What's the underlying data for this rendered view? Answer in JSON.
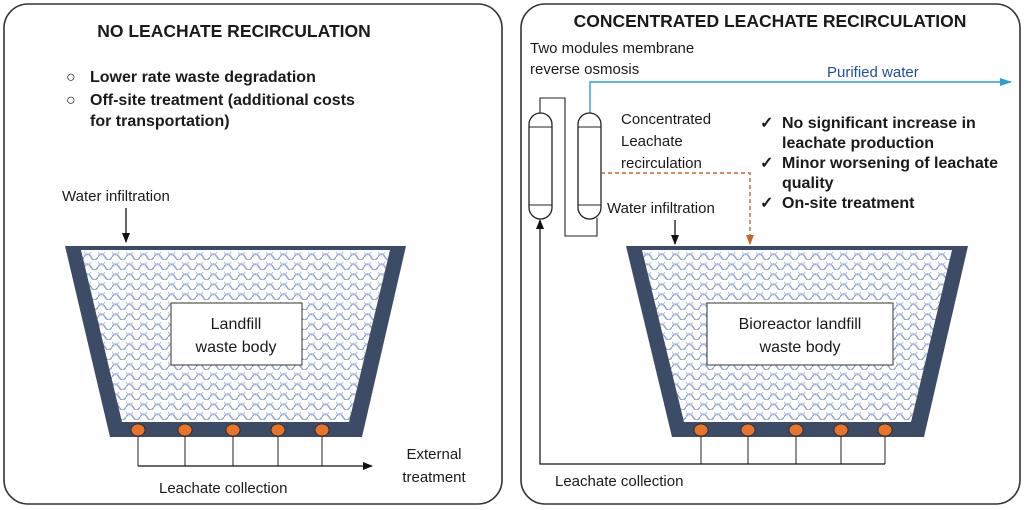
{
  "left": {
    "title": "NO LEACHATE RECIRCULATION",
    "bullets": [
      {
        "marker": "○",
        "lines": [
          "Lower rate waste degradation"
        ]
      },
      {
        "marker": "○",
        "lines": [
          "Off-site treatment (additional costs",
          "for transportation)"
        ]
      }
    ],
    "water_infiltration": "Water infiltration",
    "waste_body": [
      "Landfill",
      "waste body"
    ],
    "external_treatment": [
      "External",
      "treatment"
    ],
    "leachate_collection": "Leachate collection"
  },
  "right": {
    "title": "CONCENTRATED LEACHATE RECIRCULATION",
    "membrane": [
      "Two modules membrane",
      "reverse osmosis"
    ],
    "purified_water": "Purified water",
    "concentrated": [
      "Concentrated",
      "Leachate",
      "recirculation"
    ],
    "checks": [
      {
        "marker": "✓",
        "lines": [
          "No significant increase in",
          "leachate production"
        ]
      },
      {
        "marker": "✓",
        "lines": [
          "Minor worsening of leachate",
          "quality"
        ]
      },
      {
        "marker": "✓",
        "lines": [
          "On-site treatment"
        ]
      }
    ],
    "water_infiltration": "Water infiltration",
    "waste_body": [
      "Bioreactor landfill",
      "waste body"
    ],
    "leachate_collection": "Leachate collection"
  },
  "colors": {
    "panel_border": "#333333",
    "landfill_wall": "#3d4c66",
    "waste_pattern": "#8fa6cf",
    "drain": "#e8732a",
    "purified_water": "#2a9fd6",
    "recirculation": "#c8642a"
  }
}
